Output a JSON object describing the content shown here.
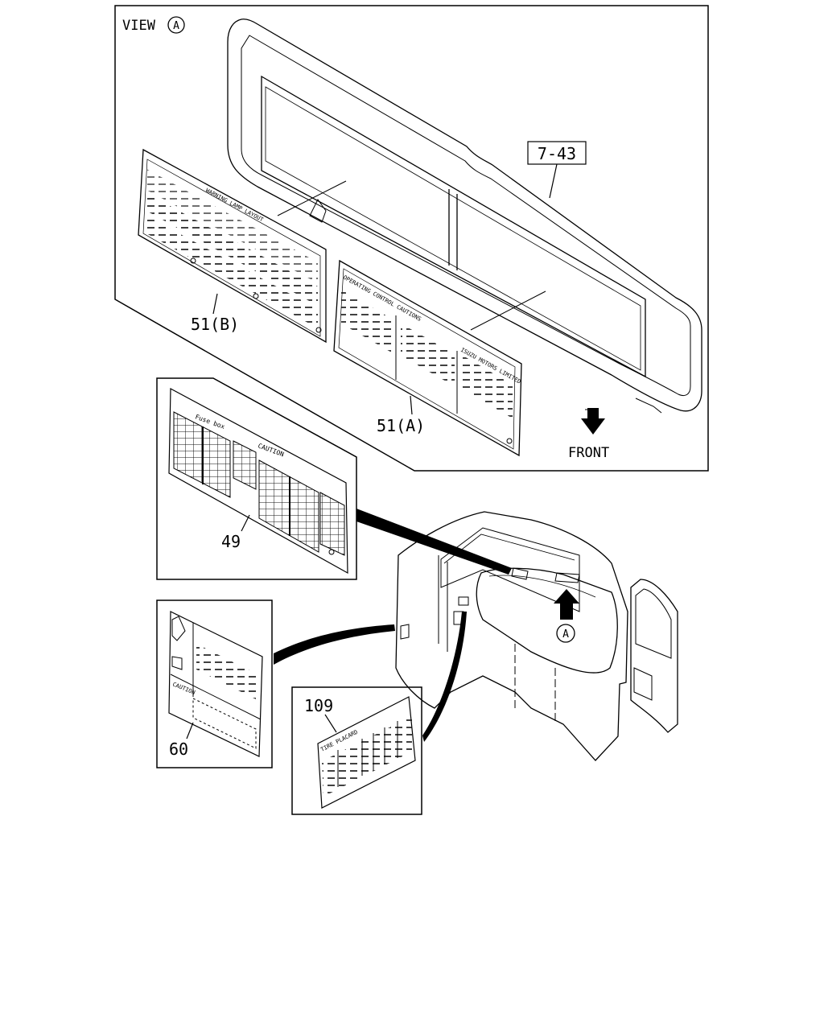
{
  "view_label": "VIEW",
  "view_marker": "A",
  "front_label": "FRONT",
  "cab_marker": "A",
  "callouts": {
    "visor": "7-43",
    "label_51b": "51(B)",
    "label_51a": "51(A)",
    "label_49": "49",
    "label_60": "60",
    "label_109": "109"
  },
  "decal_text": {
    "warning_lamp_layout": "WARNING LAMP LAYOUT",
    "operating_control_cautions": "OPERATING CONTROL CAUTIONS",
    "isuzu_motors_limited": "ISUZU MOTORS LIMITED",
    "fuse_box": "Fuse box",
    "caution": "CAUTION",
    "caution_60": "CAUTION",
    "tire_placard": "TIRE PLACARD"
  }
}
